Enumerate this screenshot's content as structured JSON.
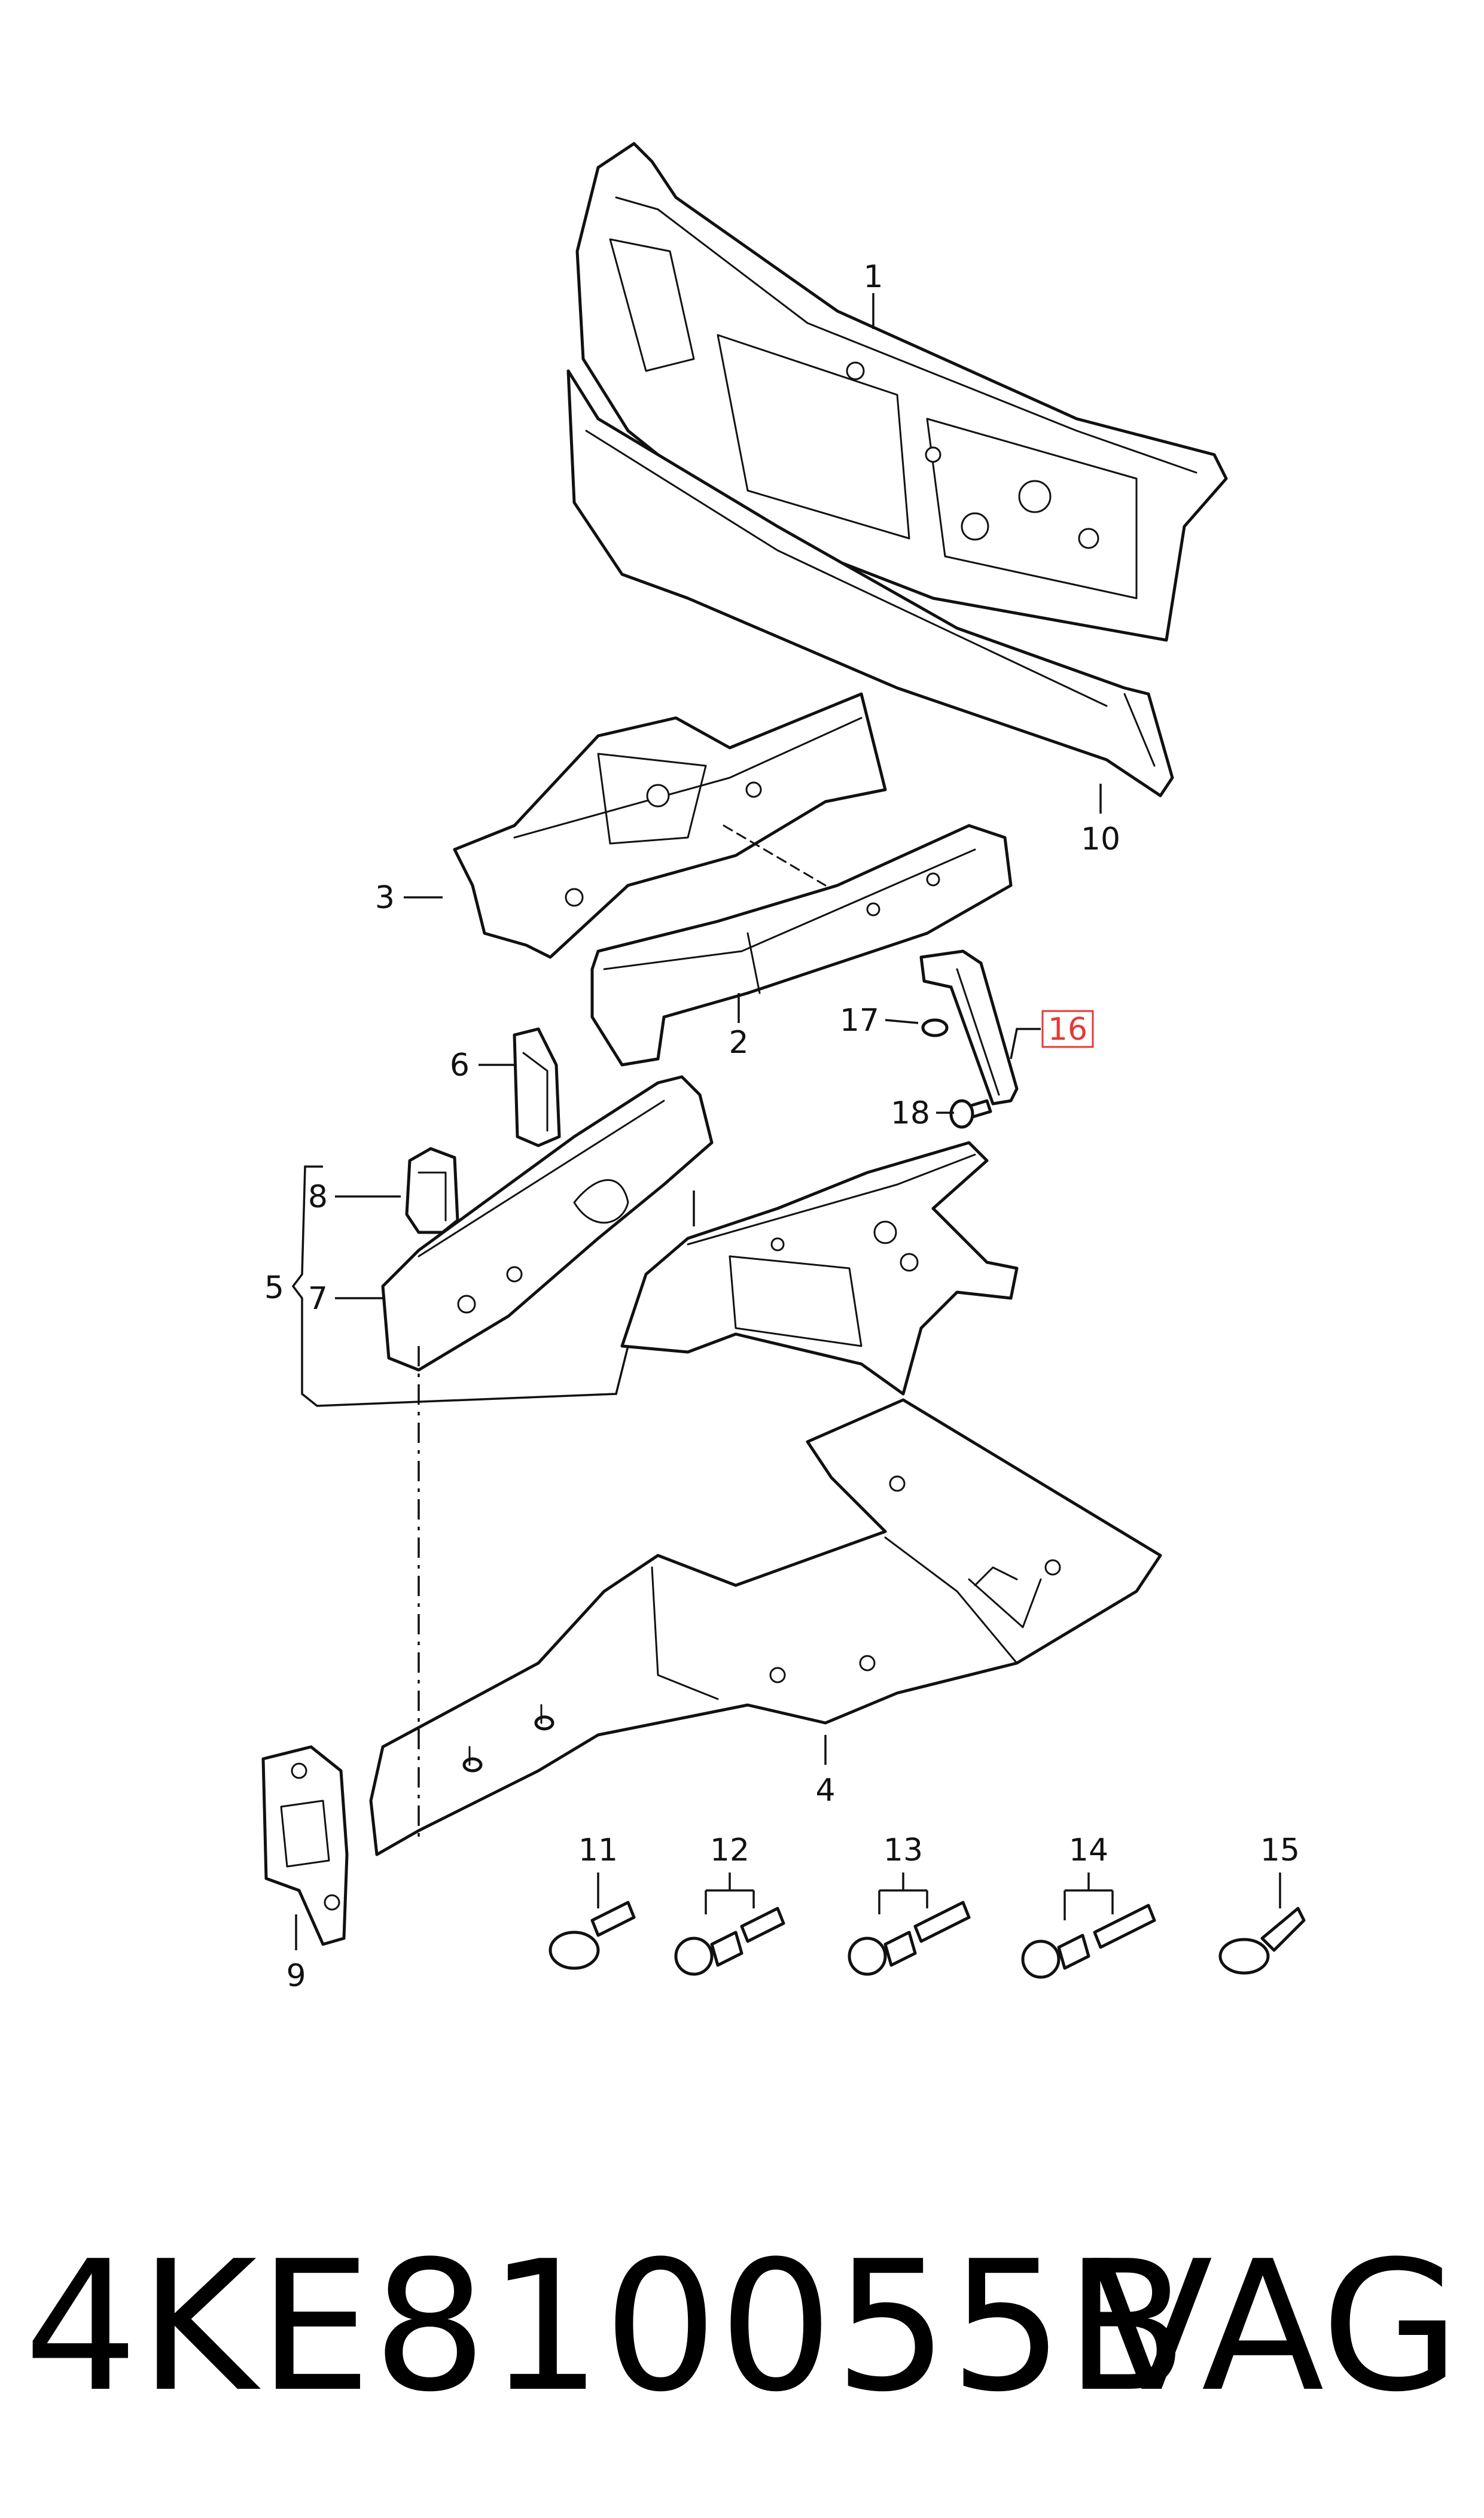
{
  "diagram": {
    "callouts": [
      "1",
      "2",
      "3",
      "4",
      "5",
      "6",
      "7",
      "8",
      "9",
      "10",
      "11",
      "12",
      "13",
      "14",
      "15",
      "16",
      "17",
      "18"
    ],
    "highlighted_callout": "16",
    "highlight_color": "#e53935"
  },
  "footer": {
    "part_number": "4KE810055B",
    "brand": "VAG"
  }
}
